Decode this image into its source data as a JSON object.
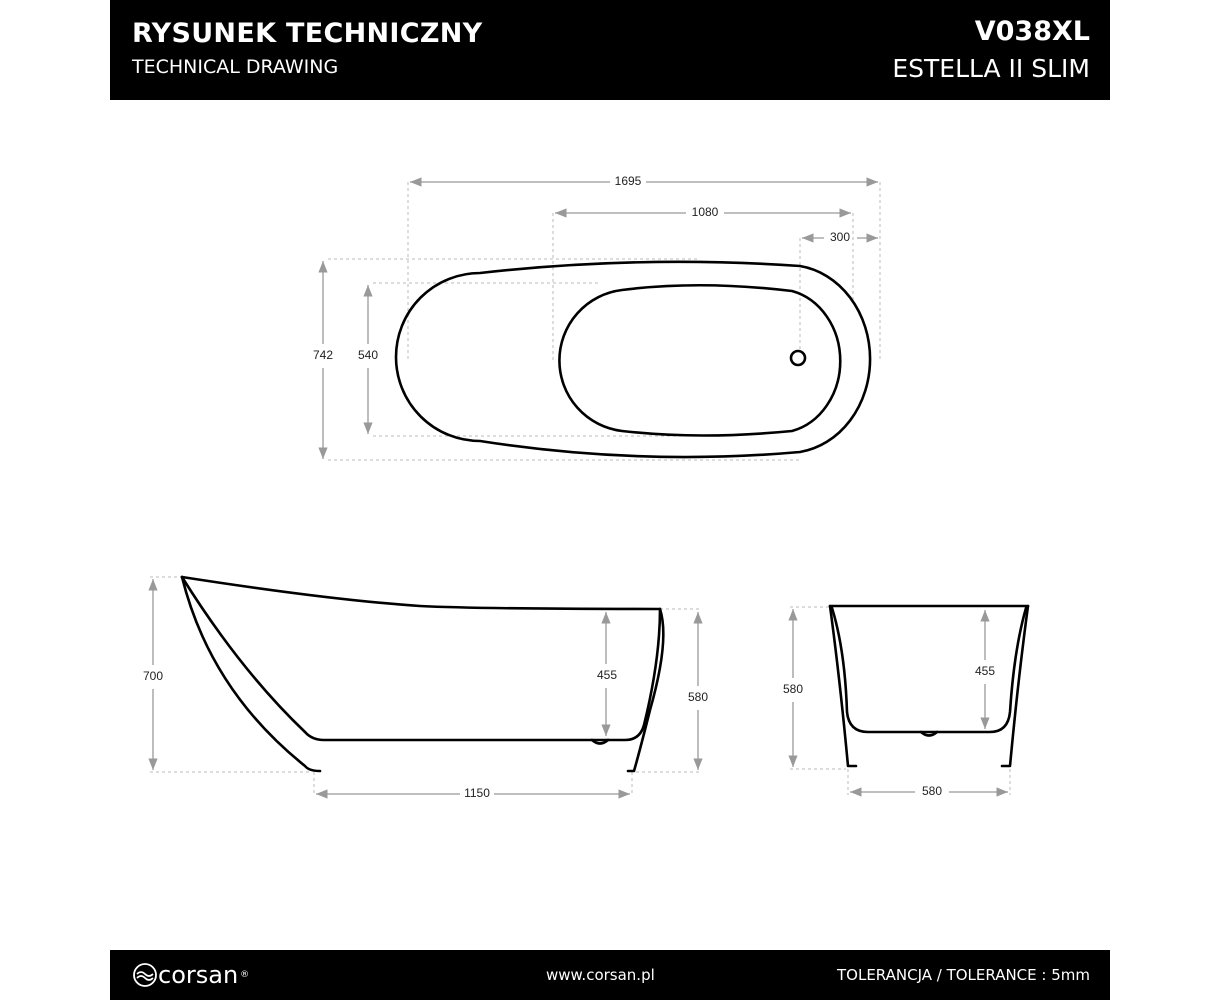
{
  "header": {
    "title_pl": "RYSUNEK TECHNICZNY",
    "title_en": "TECHNICAL DRAWING",
    "model_code": "V038XL",
    "model_name": "ESTELLA II SLIM"
  },
  "top_view": {
    "length": "1695",
    "inner_length": "1080",
    "drain_offset": "300",
    "width": "742",
    "inner_width": "540"
  },
  "side_view": {
    "height": "700",
    "inner_depth": "455",
    "rim_height": "580",
    "base_length": "1150"
  },
  "end_view": {
    "height": "580",
    "inner_depth": "455",
    "base_width": "580"
  },
  "footer": {
    "brand": "corsan",
    "registered": "®",
    "website": "www.corsan.pl",
    "tolerance": "TOLERANCJA / TOLERANCE : 5mm"
  }
}
